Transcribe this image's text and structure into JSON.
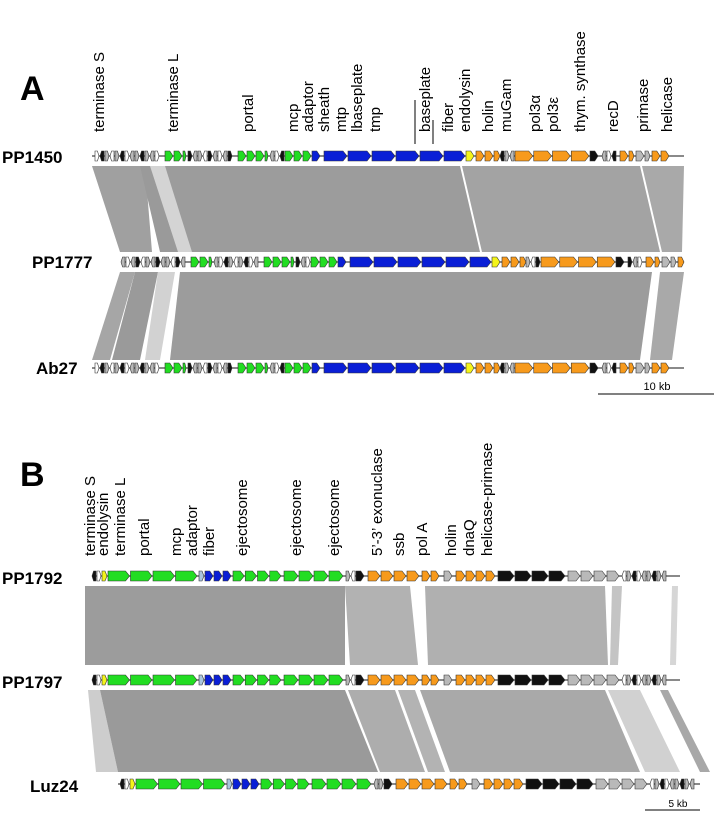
{
  "colors": {
    "structural": "#22dd22",
    "tail": "#0a1fd6",
    "lysis": "#f4f41a",
    "replication": "#f79a1c",
    "dark": "#111111",
    "hypothetical": "#b9b9b9",
    "lightblue": "#a9c5de",
    "homology_dark": "#999999",
    "homology_light": "#cfcfcf"
  },
  "panel_a": {
    "letter": "A",
    "gene_labels": [
      "terminase S",
      "terminase L",
      "portal",
      "mcp",
      "adaptor",
      "sheath",
      "mtp",
      "lbaseplate",
      "tmp",
      "baseplate",
      "fiber",
      "endolysin",
      "holin",
      "muGam",
      "pol3α",
      "pol3ε",
      "thym. synthase",
      "recD",
      "primase",
      "helicase"
    ],
    "genomes": [
      "PP1450",
      "PP1777",
      "Ab27"
    ],
    "scale_label": "10 kb"
  },
  "panel_b": {
    "letter": "B",
    "gene_labels": [
      "terminase S",
      "endolysin",
      "terminase L",
      "portal",
      "mcp",
      "adaptor",
      "fiber",
      "ejectosome",
      "ejectosome",
      "ejectosome",
      "5’-3’ exonuclase",
      "ssb",
      "pol A",
      "holin",
      "dnaQ",
      "helicase-primase"
    ],
    "genomes": [
      "PP1792",
      "PP1797",
      "Luz24"
    ],
    "scale_label": "5 kb"
  }
}
